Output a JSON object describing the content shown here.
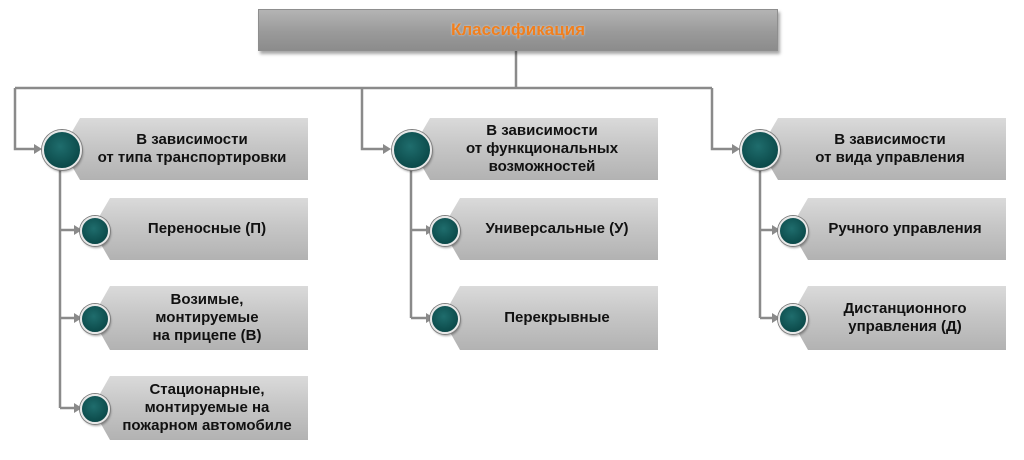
{
  "root": {
    "label": "Классификация"
  },
  "categories": [
    {
      "label": "В зависимости\nот типа транспортировки",
      "items": [
        {
          "label": "Переносные (П)"
        },
        {
          "label": "Возимые,\nмонтируемые\nна прицепе (В)"
        },
        {
          "label": "Стационарные,\nмонтируемые на\nпожарном автомобиле"
        }
      ]
    },
    {
      "label": "В зависимости\nот функциональных\nвозможностей",
      "items": [
        {
          "label": "Универсальные (У)"
        },
        {
          "label": "Перекрывные"
        }
      ]
    },
    {
      "label": "В зависимости\nот вида управления",
      "items": [
        {
          "label": "Ручного управления"
        },
        {
          "label": "Дистанционного\nуправления (Д)"
        }
      ]
    }
  ],
  "colors": {
    "title": "#f07f1e",
    "dot": "#0c4b4b",
    "connector": "#8a8a8a"
  }
}
